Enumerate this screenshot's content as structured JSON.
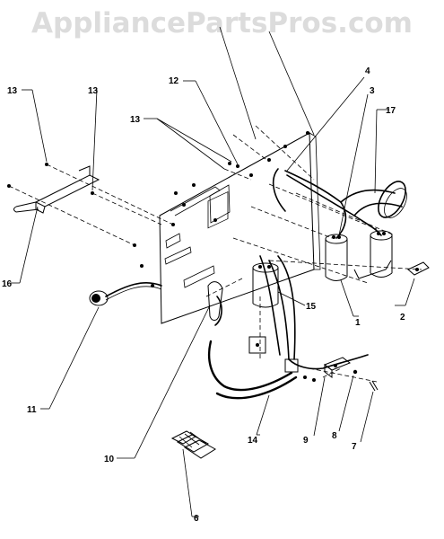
{
  "watermark": "AppliancePartsPros.com",
  "callouts": {
    "c1": "1",
    "c2": "2",
    "c3": "3",
    "c4": "4",
    "c6": "6",
    "c7": "7",
    "c8": "8",
    "c9": "9",
    "c10": "10",
    "c11": "11",
    "c12": "12",
    "c13a": "13",
    "c13b": "13",
    "c13c": "13",
    "c14": "14",
    "c15": "15",
    "c16": "16",
    "c17": "17"
  }
}
